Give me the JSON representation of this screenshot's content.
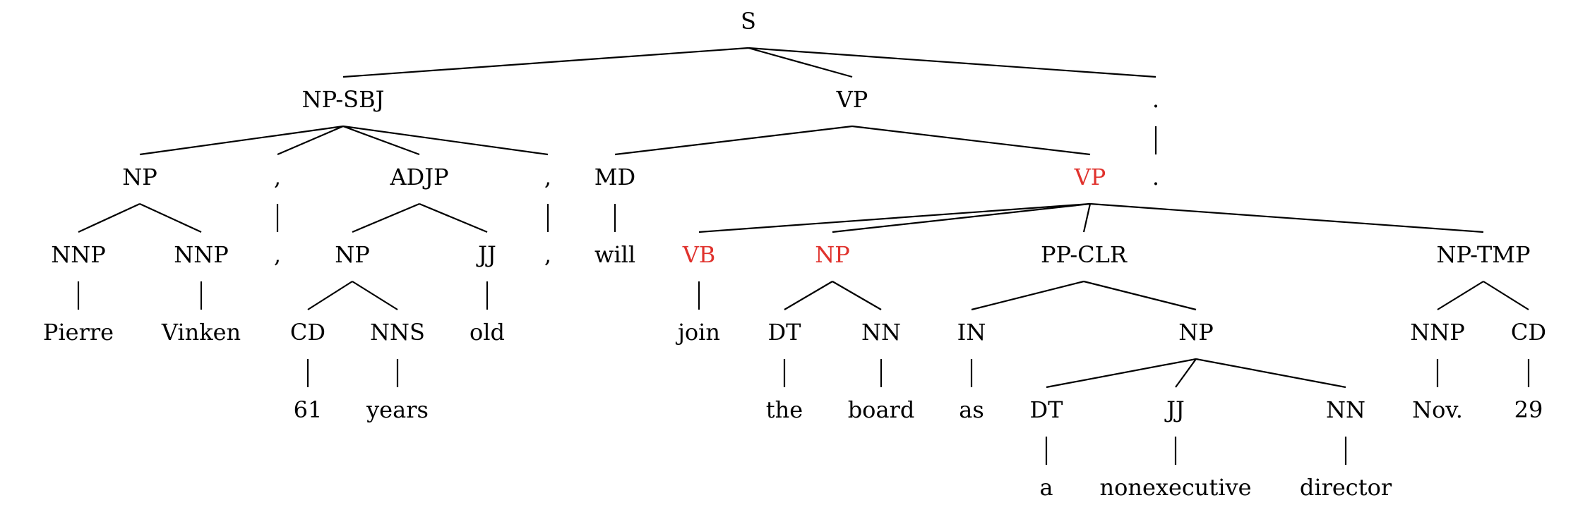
{
  "colors": {
    "text": "#000000",
    "edge": "#000000",
    "highlight": "#e0322d"
  },
  "nodes": {
    "S": {
      "label": "S",
      "highlight": false
    },
    "NPSBJ": {
      "label": "NP-SBJ",
      "highlight": false
    },
    "VP1": {
      "label": "VP",
      "highlight": false
    },
    "PER": {
      "label": ".",
      "highlight": false
    },
    "NP1": {
      "label": "NP",
      "highlight": false
    },
    "COMMA1": {
      "label": ",",
      "highlight": false
    },
    "ADJP": {
      "label": "ADJP",
      "highlight": false
    },
    "COMMA2": {
      "label": ",",
      "highlight": false
    },
    "MD": {
      "label": "MD",
      "highlight": false
    },
    "VP2": {
      "label": "VP",
      "highlight": true
    },
    "PERW": {
      "label": ".",
      "highlight": false
    },
    "NNP1": {
      "label": "NNP",
      "highlight": false
    },
    "NNP2": {
      "label": "NNP",
      "highlight": false
    },
    "COMMA1W": {
      "label": ",",
      "highlight": false
    },
    "NP2": {
      "label": "NP",
      "highlight": false
    },
    "JJ1": {
      "label": "JJ",
      "highlight": false
    },
    "COMMA2W": {
      "label": ",",
      "highlight": false
    },
    "WILL": {
      "label": "will",
      "highlight": false
    },
    "VB": {
      "label": "VB",
      "highlight": true
    },
    "NP3": {
      "label": "NP",
      "highlight": true
    },
    "PPCLR": {
      "label": "PP-CLR",
      "highlight": false
    },
    "NPTMP": {
      "label": "NP-TMP",
      "highlight": false
    },
    "PIERRE": {
      "label": "Pierre",
      "highlight": false
    },
    "VINKEN": {
      "label": "Vinken",
      "highlight": false
    },
    "CD1": {
      "label": "CD",
      "highlight": false
    },
    "NNS": {
      "label": "NNS",
      "highlight": false
    },
    "OLD": {
      "label": "old",
      "highlight": false
    },
    "JOIN": {
      "label": "join",
      "highlight": false
    },
    "DT1": {
      "label": "DT",
      "highlight": false
    },
    "NN1": {
      "label": "NN",
      "highlight": false
    },
    "IN": {
      "label": "IN",
      "highlight": false
    },
    "NP4": {
      "label": "NP",
      "highlight": false
    },
    "NNP3": {
      "label": "NNP",
      "highlight": false
    },
    "CD2": {
      "label": "CD",
      "highlight": false
    },
    "N61": {
      "label": "61",
      "highlight": false
    },
    "YEARS": {
      "label": "years",
      "highlight": false
    },
    "THE": {
      "label": "the",
      "highlight": false
    },
    "BOARD": {
      "label": "board",
      "highlight": false
    },
    "AS": {
      "label": "as",
      "highlight": false
    },
    "DT2": {
      "label": "DT",
      "highlight": false
    },
    "JJ2": {
      "label": "JJ",
      "highlight": false
    },
    "NN2": {
      "label": "NN",
      "highlight": false
    },
    "NOV": {
      "label": "Nov.",
      "highlight": false
    },
    "N29": {
      "label": "29",
      "highlight": false
    },
    "A": {
      "label": "a",
      "highlight": false
    },
    "NONEXEC": {
      "label": "nonexecutive",
      "highlight": false
    },
    "DIRECTOR": {
      "label": "director",
      "highlight": false
    }
  },
  "edges": [
    [
      "S",
      "NPSBJ"
    ],
    [
      "S",
      "VP1"
    ],
    [
      "S",
      "PER"
    ],
    [
      "NPSBJ",
      "NP1"
    ],
    [
      "NPSBJ",
      "COMMA1"
    ],
    [
      "NPSBJ",
      "ADJP"
    ],
    [
      "NPSBJ",
      "COMMA2"
    ],
    [
      "VP1",
      "MD"
    ],
    [
      "VP1",
      "VP2"
    ],
    [
      "PER",
      "PERW"
    ],
    [
      "NP1",
      "NNP1"
    ],
    [
      "NP1",
      "NNP2"
    ],
    [
      "COMMA1",
      "COMMA1W"
    ],
    [
      "ADJP",
      "NP2"
    ],
    [
      "ADJP",
      "JJ1"
    ],
    [
      "COMMA2",
      "COMMA2W"
    ],
    [
      "MD",
      "WILL"
    ],
    [
      "VP2",
      "VB"
    ],
    [
      "VP2",
      "NP3"
    ],
    [
      "VP2",
      "PPCLR"
    ],
    [
      "VP2",
      "NPTMP"
    ],
    [
      "NNP1",
      "PIERRE"
    ],
    [
      "NNP2",
      "VINKEN"
    ],
    [
      "NP2",
      "CD1"
    ],
    [
      "NP2",
      "NNS"
    ],
    [
      "JJ1",
      "OLD"
    ],
    [
      "VB",
      "JOIN"
    ],
    [
      "NP3",
      "DT1"
    ],
    [
      "NP3",
      "NN1"
    ],
    [
      "PPCLR",
      "IN"
    ],
    [
      "PPCLR",
      "NP4"
    ],
    [
      "NPTMP",
      "NNP3"
    ],
    [
      "NPTMP",
      "CD2"
    ],
    [
      "CD1",
      "N61"
    ],
    [
      "NNS",
      "YEARS"
    ],
    [
      "DT1",
      "THE"
    ],
    [
      "NN1",
      "BOARD"
    ],
    [
      "IN",
      "AS"
    ],
    [
      "NP4",
      "DT2"
    ],
    [
      "NP4",
      "JJ2"
    ],
    [
      "NP4",
      "NN2"
    ],
    [
      "NNP3",
      "NOV"
    ],
    [
      "CD2",
      "N29"
    ],
    [
      "DT2",
      "A"
    ],
    [
      "JJ2",
      "NONEXEC"
    ],
    [
      "NN2",
      "DIRECTOR"
    ]
  ]
}
